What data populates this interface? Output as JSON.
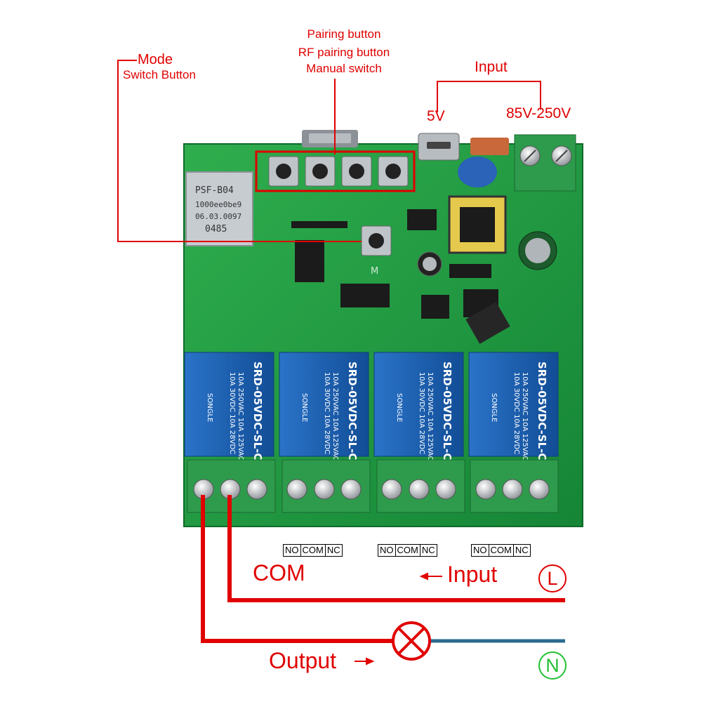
{
  "labels": {
    "mode": "Mode",
    "switch_button": "Switch Button",
    "pairing_button": "Pairing button",
    "rf_pairing_button": "RF pairing button",
    "manual_switch": "Manual switch",
    "input_top": "Input",
    "five_v": "5V",
    "ac_range": "85V-250V",
    "com": "COM",
    "input_bottom": "Input",
    "output": "Output"
  },
  "terminal_labels": [
    {
      "no": "NO",
      "com": "COM",
      "nc": "NC"
    },
    {
      "no": "NO",
      "com": "COM",
      "nc": "NC"
    },
    {
      "no": "NO",
      "com": "COM",
      "nc": "NC"
    }
  ],
  "line_symbol": "L",
  "neutral_symbol": "N",
  "board": {
    "wifi_module_text": [
      "PSF-B04",
      "1000ee0be9",
      "06.03.0097",
      "0485"
    ],
    "relay_brand": "SONGLE",
    "relay_model": "SRD-05VDC-SL-C",
    "relay_rating": [
      "10A 250VAC  10A 125VAC",
      "10A 30VDC  10A 28VDC"
    ],
    "button_mark": "M"
  },
  "colors": {
    "annotation_red": "#e00000",
    "pcb_green": "#1f9a3f",
    "relay_blue": "#1c5fb0",
    "neutral_wire": "#2a6b8f",
    "neutral_circle": "#22c033"
  }
}
